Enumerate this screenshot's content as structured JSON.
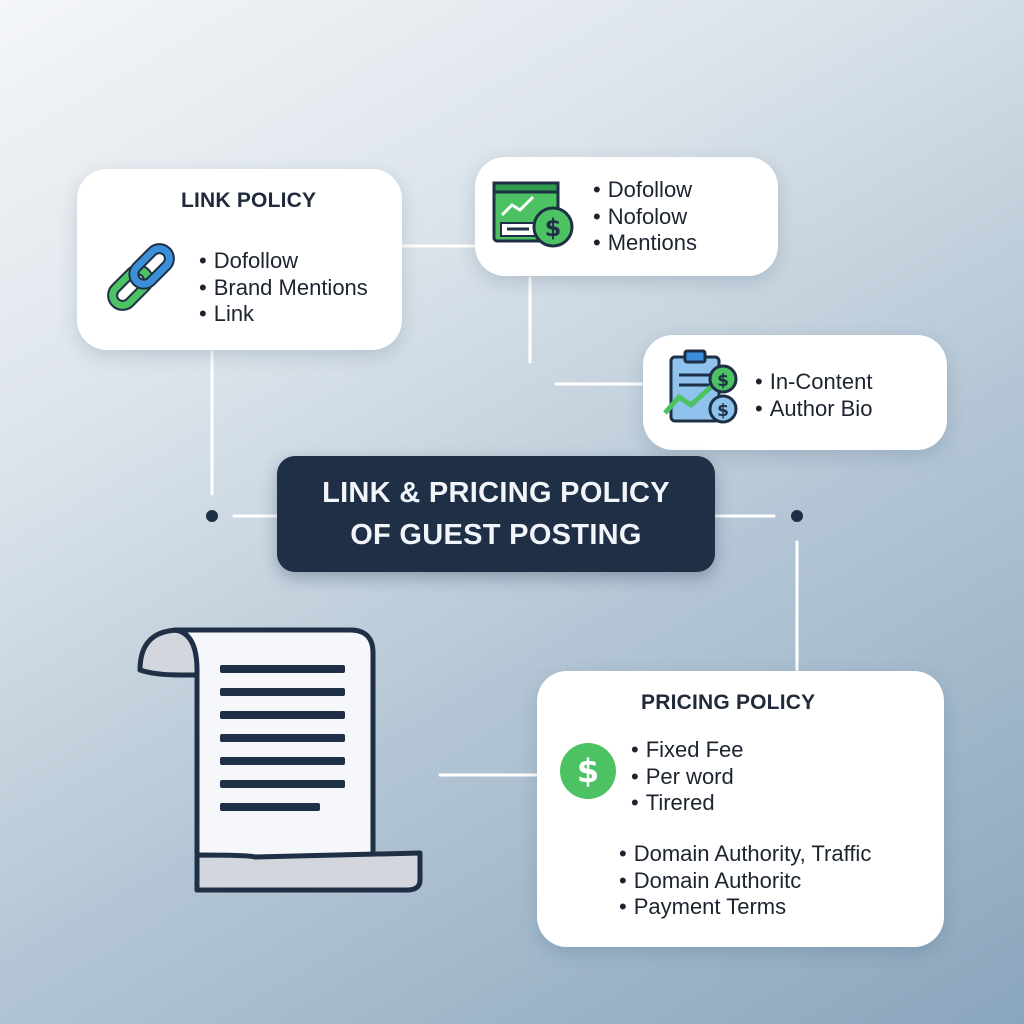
{
  "center": {
    "line1": "LINK & PRICING POLICY",
    "line2": "OF GUEST POSTING"
  },
  "link_policy": {
    "title": "LINK POLICY",
    "icon": "chain-link-icon",
    "items": [
      "Dofollow",
      "Brand Mentions",
      "Link"
    ]
  },
  "link_types": {
    "icon": "monitor-chart-dollar-icon",
    "items": [
      "Dofollow",
      "Nofolow",
      "Mentions"
    ]
  },
  "placement": {
    "icon": "clipboard-chart-dollar-icon",
    "items": [
      "In-Content",
      "Author Bio"
    ]
  },
  "pricing_policy": {
    "title": "PRICING POLICY",
    "icon": "dollar-circle-icon",
    "icon_glyph": "$",
    "items": [
      "Fixed Fee",
      "Per word",
      "Tirered"
    ],
    "factors": [
      "Domain Authority, Traffic",
      "Domain Authoritc",
      "Payment Terms"
    ]
  },
  "document": {
    "icon": "document-scroll-icon"
  },
  "colors": {
    "navy": "#1e2f46",
    "green": "#4cc263",
    "blue": "#3a8fd8",
    "line": "#ffffff"
  }
}
